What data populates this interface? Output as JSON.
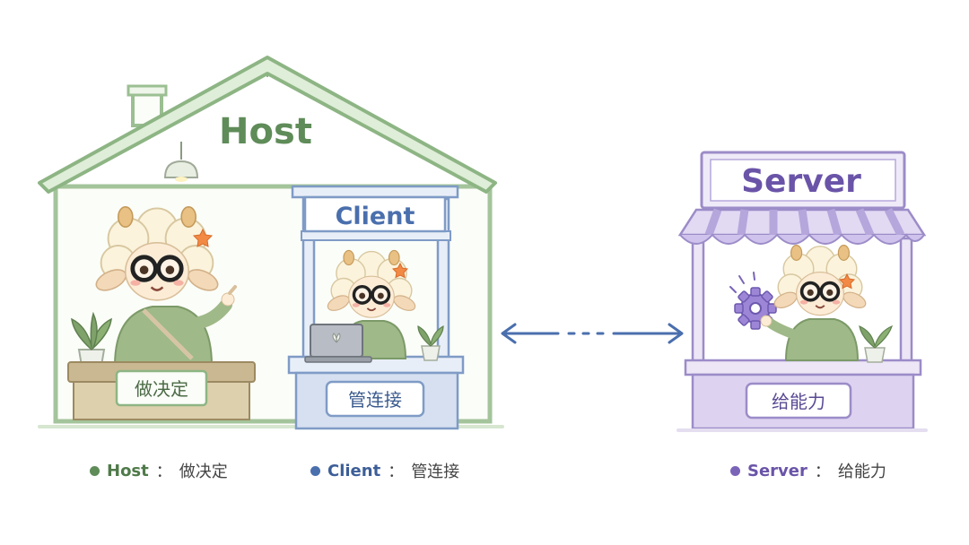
{
  "colors": {
    "host": "#5f8c59",
    "client": "#4a6fad",
    "server": "#7a64b8"
  },
  "host": {
    "title": "Host",
    "sign": "做决定"
  },
  "client": {
    "title": "Client",
    "sign": "管连接"
  },
  "server": {
    "title": "Server",
    "sign": "给能力"
  },
  "connector": {
    "icon": "double-arrow-icon"
  },
  "legend": [
    {
      "name": "Host",
      "sep": "：",
      "desc": "做决定"
    },
    {
      "name": "Client",
      "sep": "：",
      "desc": "管连接"
    },
    {
      "name": "Server",
      "sep": "：",
      "desc": "给能力"
    }
  ]
}
